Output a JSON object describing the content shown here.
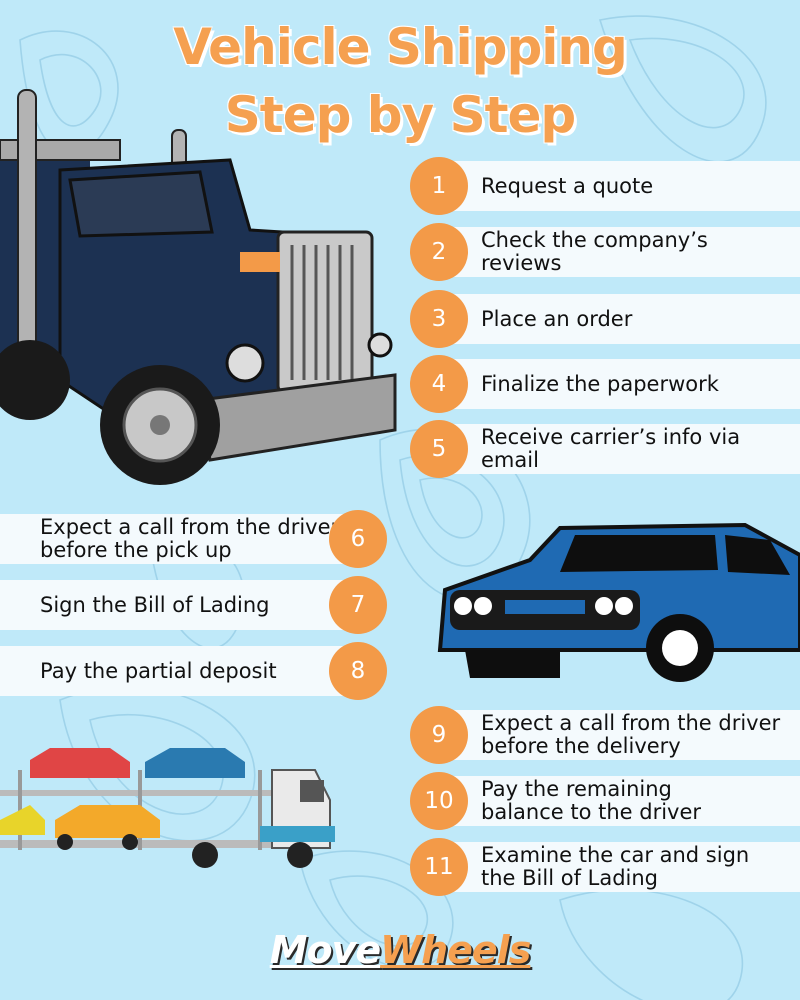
{
  "title": {
    "line1": "Vehicle Shipping",
    "line2": "Step by Step"
  },
  "colors": {
    "background": "#bfe9f9",
    "accent_orange": "#f39a48",
    "bar": "#f4fafd",
    "truck_blue": "#1c3152",
    "car_blue": "#1f6ab3"
  },
  "steps": [
    {
      "number": "1",
      "label": "Request a quote"
    },
    {
      "number": "2",
      "label": "Check the company’s reviews"
    },
    {
      "number": "3",
      "label": "Place an order"
    },
    {
      "number": "4",
      "label": "Finalize the paperwork"
    },
    {
      "number": "5",
      "label": "Receive carrier’s info via email"
    },
    {
      "number": "6",
      "label": "Expect a call from the driver before the pick up"
    },
    {
      "number": "7",
      "label": "Sign the Bill of Lading"
    },
    {
      "number": "8",
      "label": "Pay the partial deposit"
    },
    {
      "number": "9",
      "label": "Expect a call from the driver before the delivery"
    },
    {
      "number": "10",
      "label": "Pay the remaining balance to the driver"
    },
    {
      "number": "11",
      "label": "Examine the car and sign the Bill of Lading"
    }
  ],
  "logo": {
    "part1": "Move",
    "part2": "Wheels"
  },
  "illustrations": [
    "semi-truck-illustration",
    "muscle-car-illustration",
    "car-carrier-illustration"
  ]
}
